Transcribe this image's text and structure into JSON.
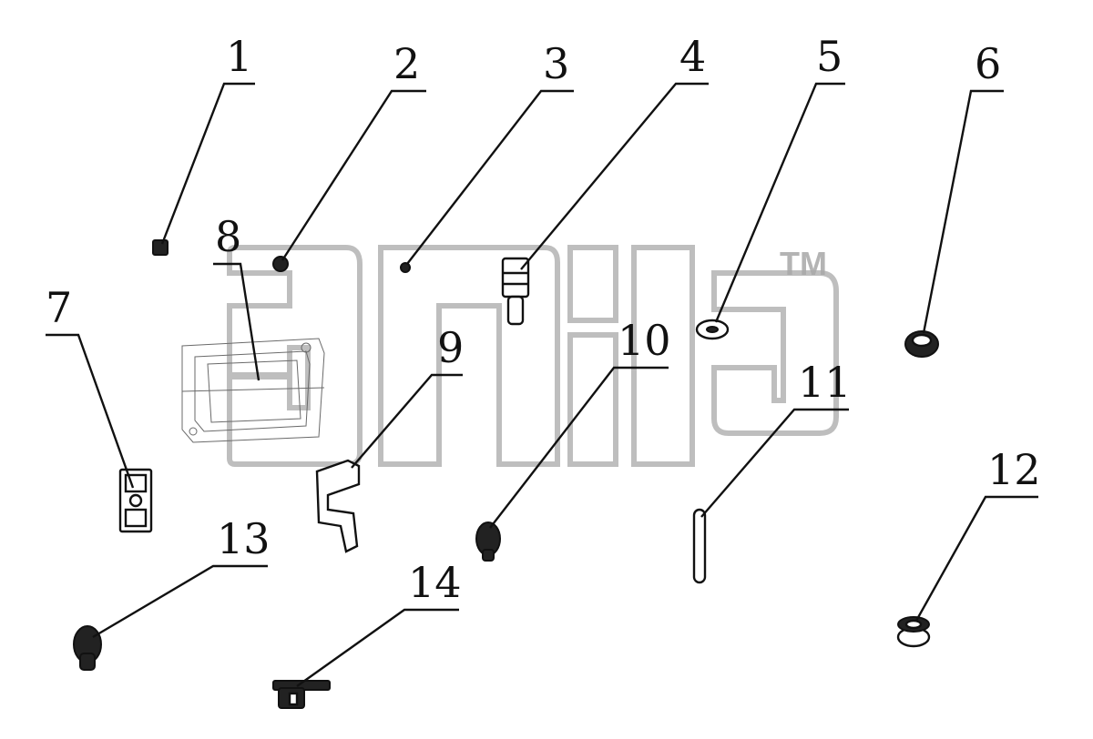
{
  "diagram": {
    "callouts": [
      {
        "id": "1"
      },
      {
        "id": "2"
      },
      {
        "id": "3"
      },
      {
        "id": "4"
      },
      {
        "id": "5"
      },
      {
        "id": "6"
      },
      {
        "id": "7"
      },
      {
        "id": "8"
      },
      {
        "id": "9"
      },
      {
        "id": "10"
      },
      {
        "id": "11"
      },
      {
        "id": "12"
      },
      {
        "id": "13"
      },
      {
        "id": "14"
      }
    ]
  },
  "watermark": {
    "trademark": "TM"
  }
}
